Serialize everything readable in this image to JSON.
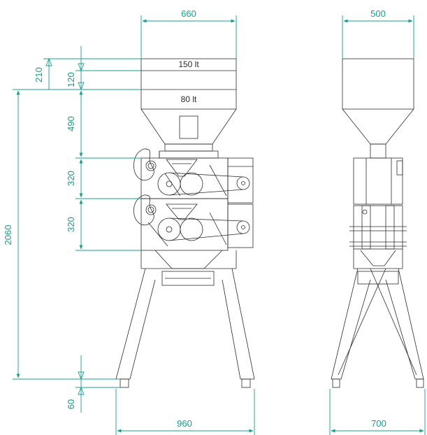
{
  "front_view": {
    "hopper_top_label": "150 lt",
    "hopper_mid_label": "80 lt",
    "width_top": "660",
    "width_bottom": "960",
    "height_hopper_upper": "210",
    "height_hopper_collar": "120",
    "height_total": "2060",
    "height_hopper_cone": "490",
    "height_upper_rollers": "320",
    "height_lower_rollers": "320",
    "height_feet": "60"
  },
  "side_view": {
    "width_top": "500",
    "width_bottom": "700"
  },
  "colors": {
    "dimension": "#14a08e",
    "outline": "#2b2b2b"
  }
}
